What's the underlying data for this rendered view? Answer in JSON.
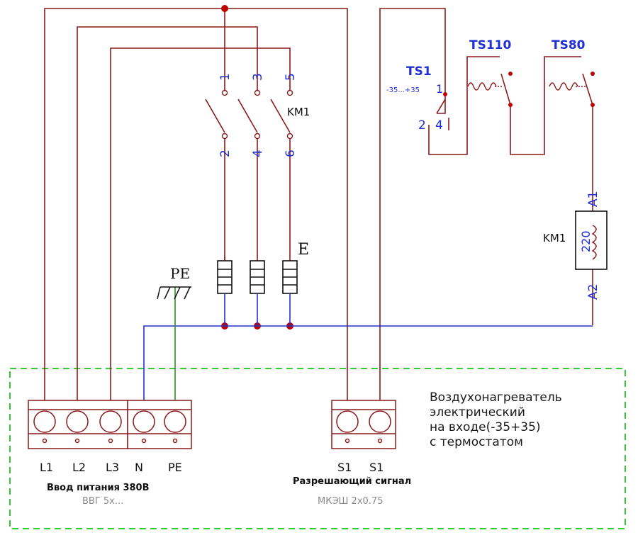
{
  "components": {
    "contactor_switch": {
      "label": "KM1",
      "top_pins": [
        "1",
        "3",
        "5"
      ],
      "bottom_pins": [
        "2",
        "4",
        "6"
      ]
    },
    "heater": {
      "label": "E"
    },
    "pe_ground": {
      "label": "PE"
    },
    "thermostat_ts1": {
      "label": "TS1",
      "range": "-35...+35",
      "pin1": "1",
      "pin2": "2",
      "pin4": "4"
    },
    "thermostat_ts110": {
      "label": "TS110"
    },
    "thermostat_ts80": {
      "label": "TS80"
    },
    "contactor_coil": {
      "label": "KM1",
      "voltage": "220",
      "pin_a1": "A1",
      "pin_a2": "A2"
    }
  },
  "terminals": {
    "power": {
      "labels": [
        "L1",
        "L2",
        "L3",
        "N",
        "PE"
      ],
      "title": "Ввод питания 380В",
      "cable": "ВВГ 5х..."
    },
    "signal": {
      "labels": [
        "S1",
        "S1"
      ],
      "title": "Разрешающий сигнал",
      "cable": "МКЭШ 2х0.75"
    }
  },
  "description": {
    "lines": [
      "Воздухонагреватель",
      "электрический",
      "на входе(-35+35)",
      "с термостатом"
    ]
  },
  "colors": {
    "phase_wire": "#8b1a1a",
    "neutral_wire": "#2233cc",
    "ground_wire": "#2e8b2e",
    "junction": "#c00000",
    "labels": "#1f2fd0",
    "boundary": "#33cc33"
  }
}
